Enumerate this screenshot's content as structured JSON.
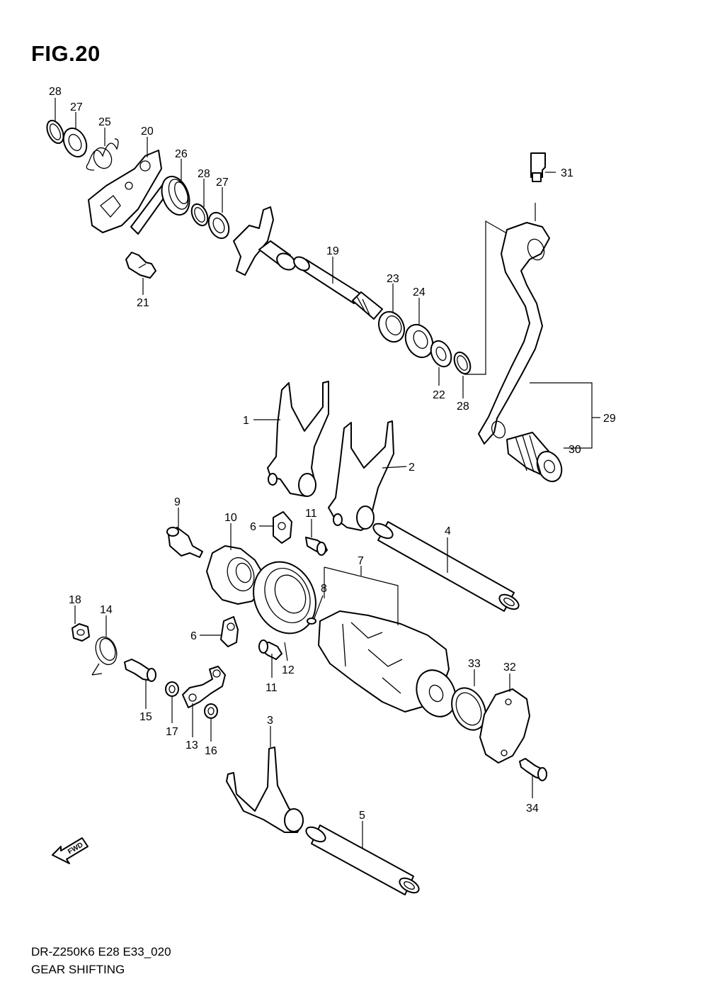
{
  "figure_title": "FIG.20",
  "footer": {
    "model_code": "DR-Z250K6 E28 E33_020",
    "section_title": "GEAR SHIFTING"
  },
  "fwd_label": "FWD",
  "callouts": {
    "c1": "1",
    "c2": "2",
    "c3": "3",
    "c4": "4",
    "c5": "5",
    "c6a": "6",
    "c6b": "6",
    "c7": "7",
    "c8": "8",
    "c9": "9",
    "c10": "10",
    "c11a": "11",
    "c11b": "11",
    "c12": "12",
    "c13": "13",
    "c14": "14",
    "c15": "15",
    "c16": "16",
    "c17": "17",
    "c18": "18",
    "c19": "19",
    "c20": "20",
    "c21": "21",
    "c22": "22",
    "c23": "23",
    "c24": "24",
    "c25": "25",
    "c26": "26",
    "c27a": "27",
    "c27b": "27",
    "c28a": "28",
    "c28b": "28",
    "c28c": "28",
    "c29": "29",
    "c30": "30",
    "c31": "31",
    "c32": "32",
    "c33": "33",
    "c34": "34"
  }
}
